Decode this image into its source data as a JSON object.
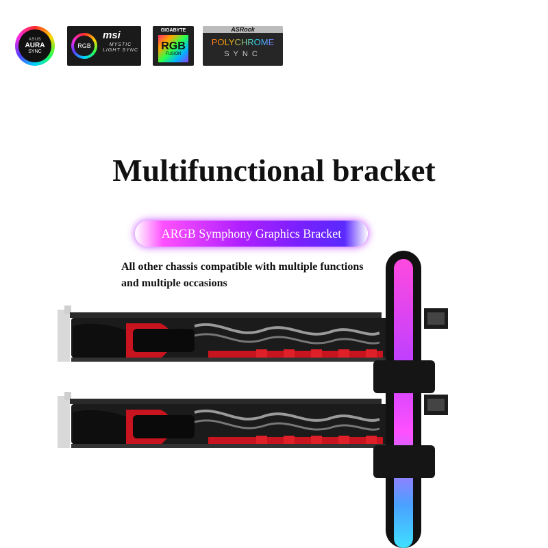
{
  "logos": {
    "asus": {
      "brand": "ASUS",
      "line1": "AURA",
      "line2": "SYNC"
    },
    "msi": {
      "ring_text": "RGB",
      "brand": "msi",
      "sub": "MYSTIC LIGHT SYNC"
    },
    "gigabyte": {
      "brand": "GIGABYTE",
      "line1": "RGB",
      "line2": "FUSION"
    },
    "asrock": {
      "brand": "ASRock",
      "line1": "POLYCHROME",
      "line2": "SYNC"
    }
  },
  "title": "Multifunctional bracket",
  "badge": "ARGB Symphony Graphics Bracket",
  "description": "All other chassis compatible with multiple functions and multiple occasions",
  "colors": {
    "accent_pink": "#ff50ff",
    "accent_purple": "#7a20ff",
    "card_red": "#d8202a",
    "bracket_black": "#111111"
  }
}
